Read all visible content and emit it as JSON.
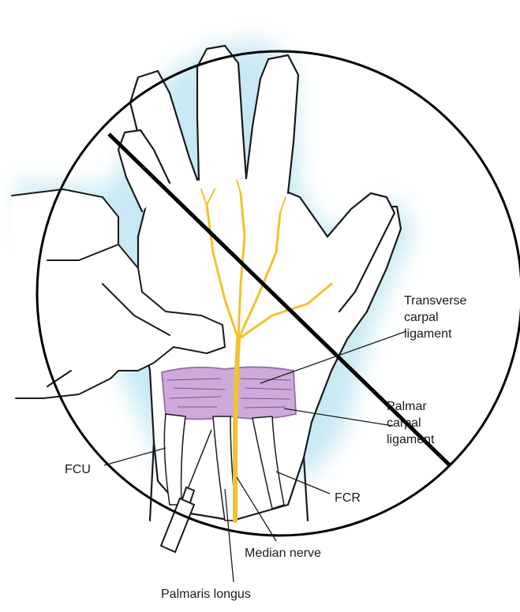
{
  "labels": {
    "transverse_carpal_ligament": [
      "Transverse",
      "carpal",
      "ligament"
    ],
    "palmar_carpal_ligament": [
      "Palmar",
      "carpal",
      "ligament"
    ],
    "fcu": "FCU",
    "fcr": "FCR",
    "median_nerve": "Median nerve",
    "palmaris_longus": "Palmaris longus"
  },
  "colors": {
    "nerve": "#f2c22e",
    "ligament": "#c9a3d6",
    "ligament_stroke": "#8e5fa5",
    "halo": "#bfe6f2",
    "outline": "#1a1a1a",
    "prohibition_sign": "#000000"
  }
}
